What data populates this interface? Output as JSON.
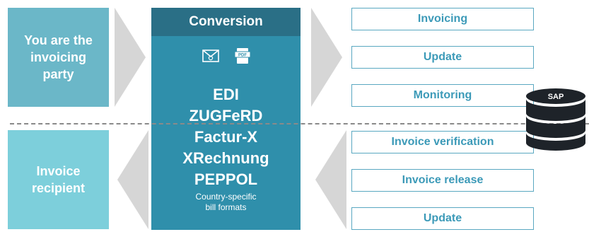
{
  "top_party": {
    "label": "You are the\ninvoicing party"
  },
  "bottom_party": {
    "label": "Invoice\nrecipient"
  },
  "conversion": {
    "title": "Conversion",
    "icons": [
      "email-icon",
      "pdf-document-icon"
    ],
    "pdf_badge": "PDF",
    "formats": [
      "EDI",
      "ZUGFeRD",
      "Factur-X",
      "XRechnung",
      "PEPPOL"
    ],
    "note": "Country-specific\nbill formats"
  },
  "outgoing_processes": [
    "Invoicing",
    "Update",
    "Monitoring"
  ],
  "incoming_processes": [
    "Invoice verification",
    "Invoice release",
    "Update"
  ],
  "sap": {
    "label": "SAP"
  },
  "colors": {
    "top_party": "#6bb7c8",
    "bottom_party": "#7dcfdb",
    "conversion_body": "#2f8fab",
    "conversion_header": "#2a6f86",
    "process_text": "#3c9ab8",
    "arrow": "#d6d6d6",
    "database": "#1e2329"
  }
}
